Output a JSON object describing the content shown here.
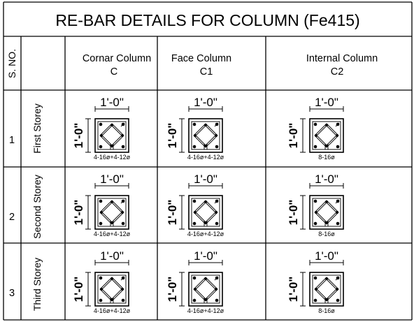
{
  "title": "RE-BAR DETAILS FOR COLUMN (Fe415)",
  "header": {
    "sno": "S. NO.",
    "columns": [
      {
        "name": "Cornar Column",
        "code": "C"
      },
      {
        "name": "Face Column",
        "code": "C1"
      },
      {
        "name": "Internal Column",
        "code": "C2"
      }
    ]
  },
  "rows": [
    {
      "no": "1",
      "storey": "First Storey",
      "details": [
        {
          "width": "1'-0\"",
          "depth": "1'-0\"",
          "bars": "4-16ø+4-12ø"
        },
        {
          "width": "1'-0\"",
          "depth": "1'-0\"",
          "bars": "4-16ø+4-12ø"
        },
        {
          "width": "1'-0\"",
          "depth": "1'-0\"",
          "bars": "8-16ø"
        }
      ]
    },
    {
      "no": "2",
      "storey": "Second Storey",
      "details": [
        {
          "width": "1'-0\"",
          "depth": "1'-0\"",
          "bars": "4-16ø+4-12ø"
        },
        {
          "width": "1'-0\"",
          "depth": "1'-0\"",
          "bars": "4-16ø+4-12ø"
        },
        {
          "width": "1'-0\"",
          "depth": "1'-0\"",
          "bars": "8-16ø"
        }
      ]
    },
    {
      "no": "3",
      "storey": "Third Storey",
      "details": [
        {
          "width": "1'-0\"",
          "depth": "1'-0\"",
          "bars": "4-16ø+4-12ø"
        },
        {
          "width": "1'-0\"",
          "depth": "1'-0\"",
          "bars": "4-16ø+4-12ø"
        },
        {
          "width": "1'-0\"",
          "depth": "1'-0\"",
          "bars": "8-16ø"
        }
      ]
    }
  ]
}
